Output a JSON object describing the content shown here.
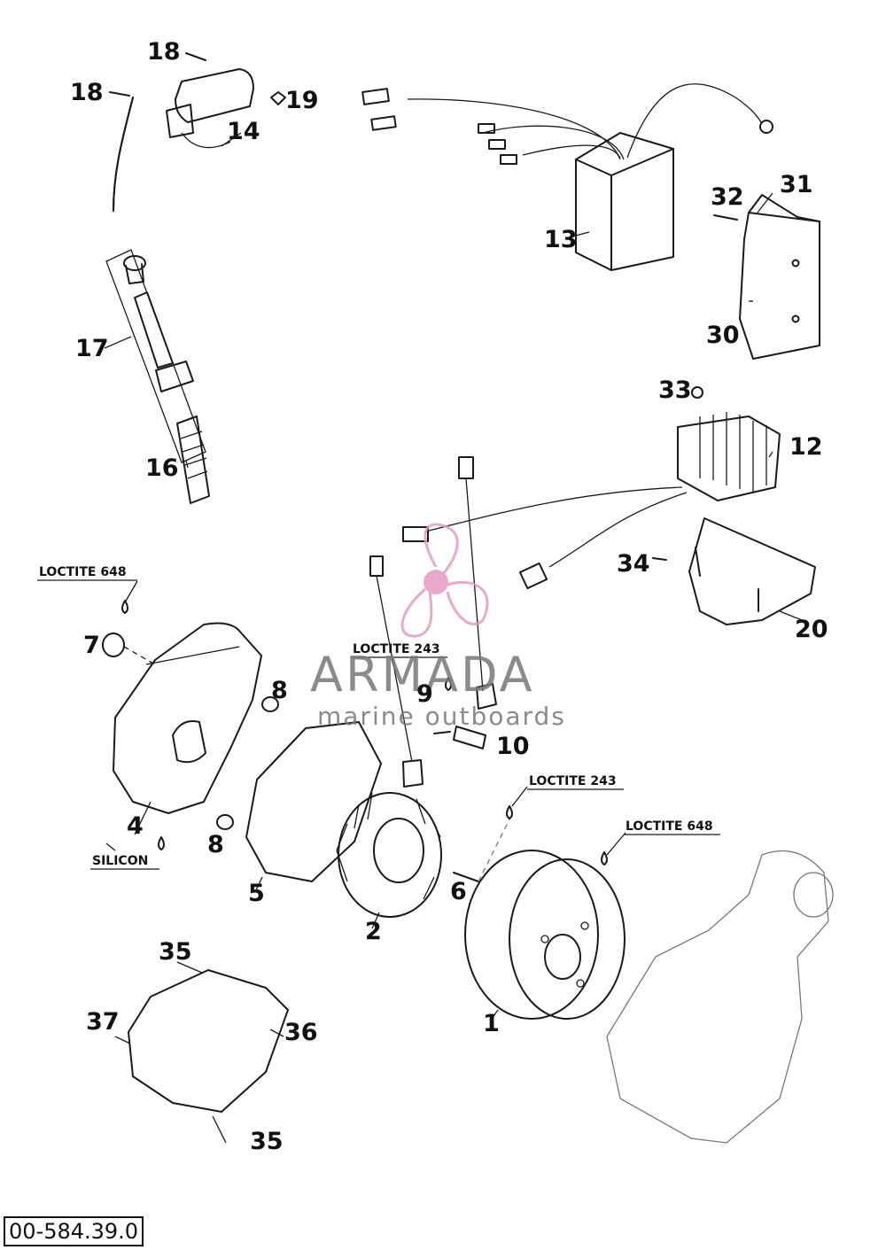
{
  "callouts": {
    "c18a": "18",
    "c18b": "18",
    "c19": "19",
    "c14": "14",
    "c13": "13",
    "c32": "32",
    "c31": "31",
    "c30": "30",
    "c17": "17",
    "c16": "16",
    "c33": "33",
    "c12": "12",
    "c34": "34",
    "c20": "20",
    "c7": "7",
    "c8a": "8",
    "c8b": "8",
    "c9": "9",
    "c10": "10",
    "c4": "4",
    "c5": "5",
    "c2": "2",
    "c6": "6",
    "c1": "1",
    "c35a": "35",
    "c35b": "35",
    "c37": "37",
    "c36": "36"
  },
  "notes": {
    "loctite648_top": "LOCTITE 648",
    "loctite243_mid": "LOCTITE 243",
    "loctite243_right": "LOCTITE 243",
    "loctite648_right": "LOCTITE 648",
    "silicon": "SILICON"
  },
  "watermark": {
    "brand": "ARMADA",
    "tagline": "marine outboards",
    "brand_color": "#e79ac4"
  },
  "document_number": "00-584.39.0"
}
